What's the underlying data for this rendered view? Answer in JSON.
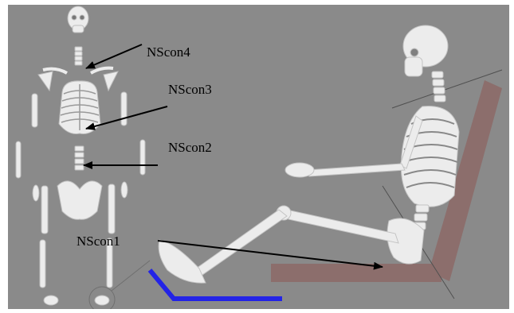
{
  "labels": {
    "nscon4": "NScon4",
    "nscon3": "NScon3",
    "nscon2": "NScon2",
    "nscon1": "NScon1"
  },
  "colors": {
    "background": "#8a8a8a",
    "seat": "#8c6e6c",
    "foot_rest": "#2323e6",
    "bone": "#ececec",
    "arrow": "#000000"
  }
}
